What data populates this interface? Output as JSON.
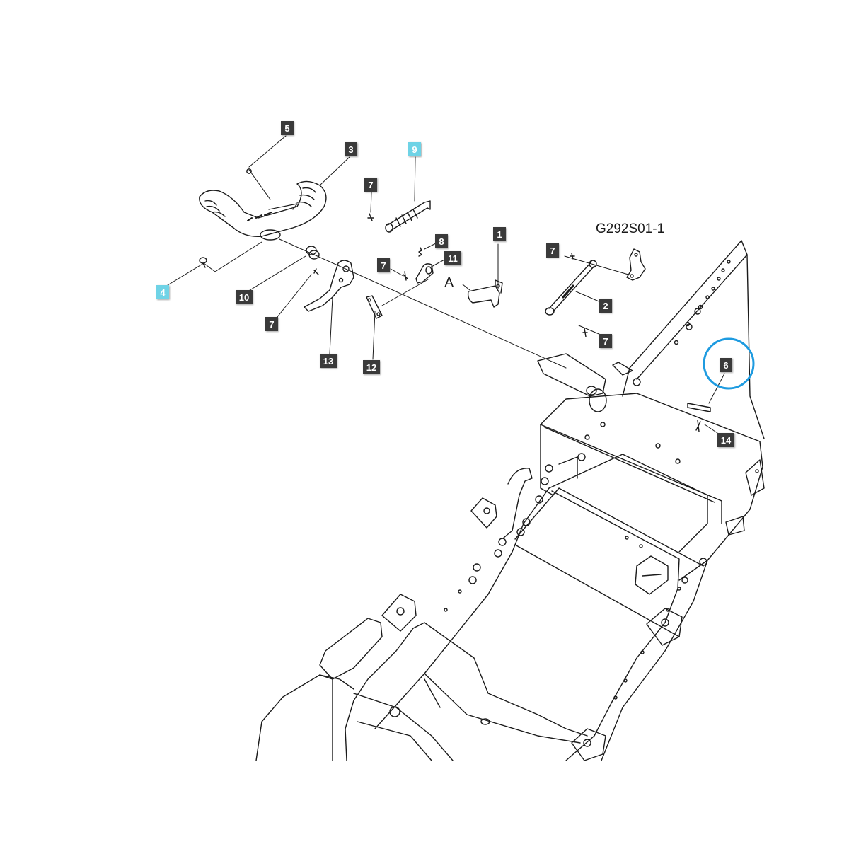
{
  "diagram": {
    "code": "G292S01-1",
    "view_label": "A",
    "colors": {
      "callout_default": "#3a3a3a",
      "callout_highlight": "#6fd3e6",
      "circle_highlight": "#1e9be0",
      "line": "#1a1a1a"
    },
    "callouts": [
      {
        "key": "c5",
        "label": "5",
        "highlight": false
      },
      {
        "key": "c3",
        "label": "3",
        "highlight": false
      },
      {
        "key": "c9",
        "label": "9",
        "highlight": true
      },
      {
        "key": "c7a",
        "label": "7",
        "highlight": false
      },
      {
        "key": "c1",
        "label": "1",
        "highlight": false
      },
      {
        "key": "c8",
        "label": "8",
        "highlight": false
      },
      {
        "key": "c11",
        "label": "11",
        "highlight": false
      },
      {
        "key": "c7b",
        "label": "7",
        "highlight": false
      },
      {
        "key": "c7c",
        "label": "7",
        "highlight": false
      },
      {
        "key": "c4",
        "label": "4",
        "highlight": true
      },
      {
        "key": "c10",
        "label": "10",
        "highlight": false
      },
      {
        "key": "c7d",
        "label": "7",
        "highlight": false
      },
      {
        "key": "c2",
        "label": "2",
        "highlight": false
      },
      {
        "key": "c7e",
        "label": "7",
        "highlight": false
      },
      {
        "key": "c13",
        "label": "13",
        "highlight": false
      },
      {
        "key": "c12",
        "label": "12",
        "highlight": false
      },
      {
        "key": "c6",
        "label": "6",
        "highlight": false,
        "circled": true
      },
      {
        "key": "c14",
        "label": "14",
        "highlight": false
      }
    ]
  }
}
